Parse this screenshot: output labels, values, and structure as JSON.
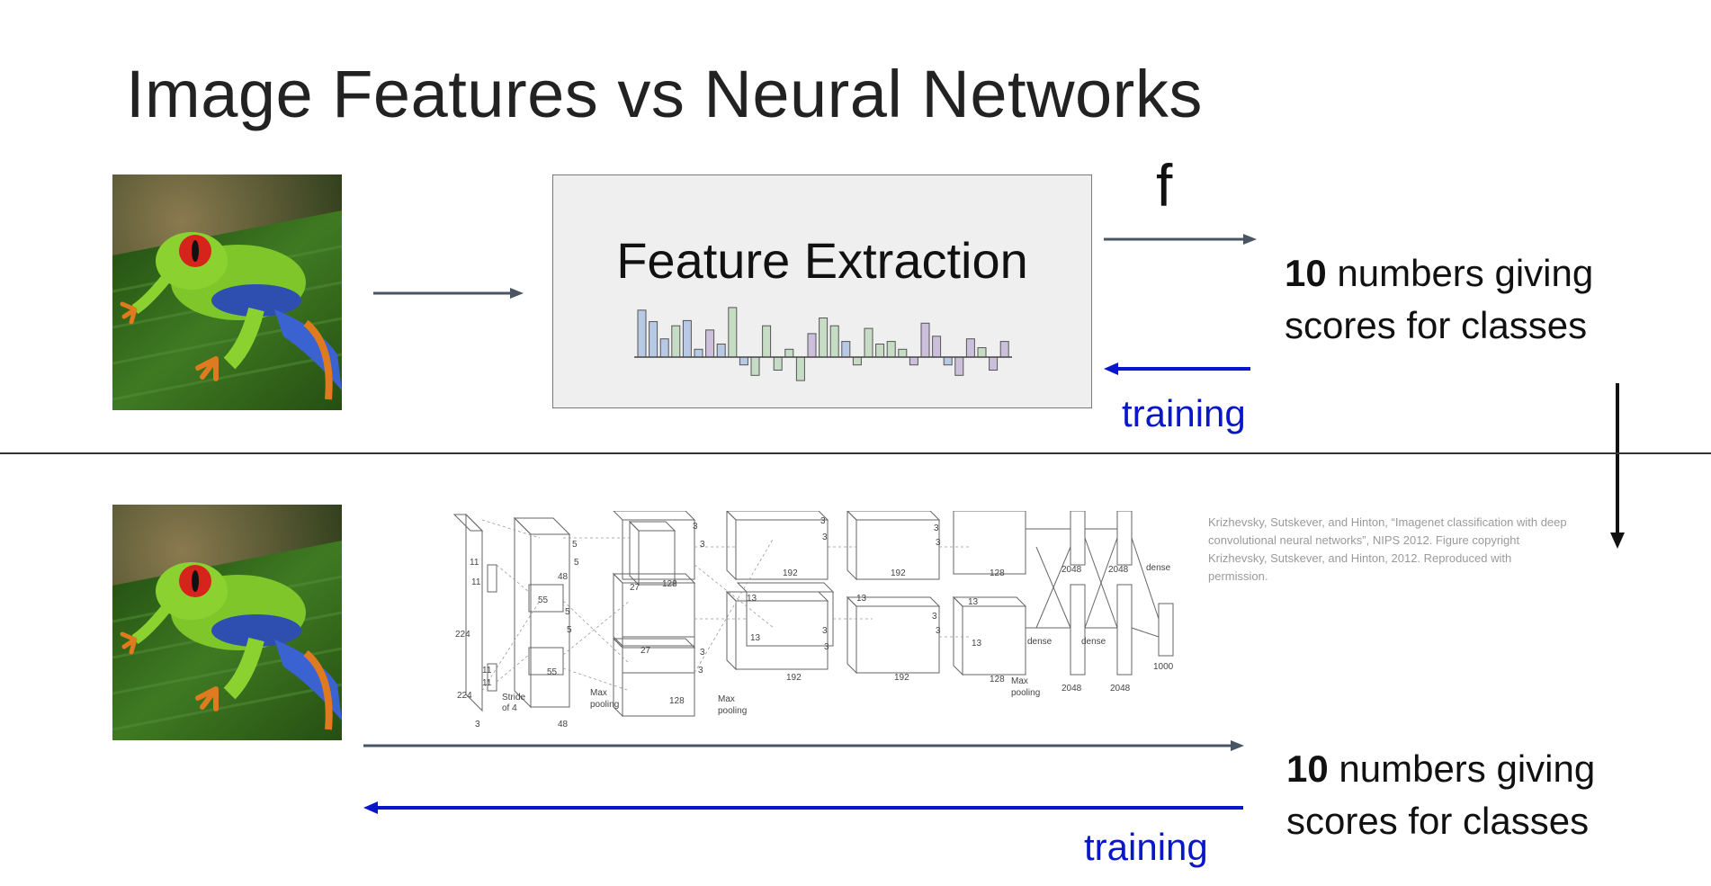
{
  "slide": {
    "title": "Image Features vs Neural Networks"
  },
  "top": {
    "feature_extraction_label": "Feature Extraction",
    "f_label": "f",
    "scores_bold": "10",
    "scores_line1_rest": " numbers giving",
    "scores_line2": "scores for classes",
    "training_label": "training"
  },
  "bottom": {
    "scores_bold": "10",
    "scores_line1_rest": " numbers giving",
    "scores_line2": "scores for classes",
    "training_label": "training",
    "citation": "Krizhevsky, Sutskever, and Hinton, “Imagenet classification with deep convolutional neural networks”, NIPS 2012. Figure copyright Krizhevsky, Sutskever, and Hinton, 2012. Reproduced with permission."
  },
  "histogram": {
    "values": [
      0.9,
      0.68,
      0.35,
      0.6,
      0.7,
      0.15,
      0.52,
      0.25,
      0.95,
      -0.15,
      -0.35,
      0.6,
      -0.25,
      0.15,
      -0.45,
      0.45,
      0.75,
      0.6,
      0.3,
      -0.15,
      0.55,
      0.25,
      0.3,
      0.15,
      -0.15,
      0.65,
      0.4,
      -0.15,
      -0.35,
      0.35,
      0.18,
      -0.25,
      0.3
    ],
    "colors": [
      "#b8c9e6",
      "#c6dcc4",
      "#cbbfdc"
    ]
  },
  "alexnet": {
    "labels": {
      "in_224_a": "224",
      "in_224_b": "224",
      "in_3": "3",
      "k11_a": "11",
      "k11_b": "11",
      "k11_c": "11",
      "k11_d": "11",
      "stride": "Stride",
      "of4": "of 4",
      "c1_55a": "55",
      "c1_55b": "55",
      "c1_48a": "48",
      "c1_48b": "48",
      "k5_a": "5",
      "k5_b": "5",
      "k5_c": "5",
      "k5_d": "5",
      "mp1": "Max",
      "mp1b": "pooling",
      "c2_27a": "27",
      "c2_27b": "27",
      "c2_128a": "128",
      "c2_128b": "128",
      "k3_a": "3",
      "k3_b": "3",
      "k3_c": "3",
      "k3_d": "3",
      "mp2": "Max",
      "mp2b": "pooling",
      "c3_13a": "13",
      "c3_13b": "13",
      "c3_192a": "192",
      "c3_192b": "192",
      "k3_e": "3",
      "k3_f": "3",
      "k3_g": "3",
      "k3_h": "3",
      "c4_13a": "13",
      "c4_192a": "192",
      "c4_192b": "192",
      "k3_i": "3",
      "k3_j": "3",
      "k3_k": "3",
      "k3_l": "3",
      "c5_13a": "13",
      "c5_13b": "13",
      "c5_128a": "128",
      "c5_128b": "128",
      "mp3": "Max",
      "mp3b": "pooling",
      "fc_2048a": "2048",
      "fc_2048b": "2048",
      "fc_2048c": "2048",
      "fc_2048d": "2048",
      "dense_a": "dense",
      "dense_b": "dense",
      "dense_c": "dense",
      "out_1000": "1000"
    }
  }
}
